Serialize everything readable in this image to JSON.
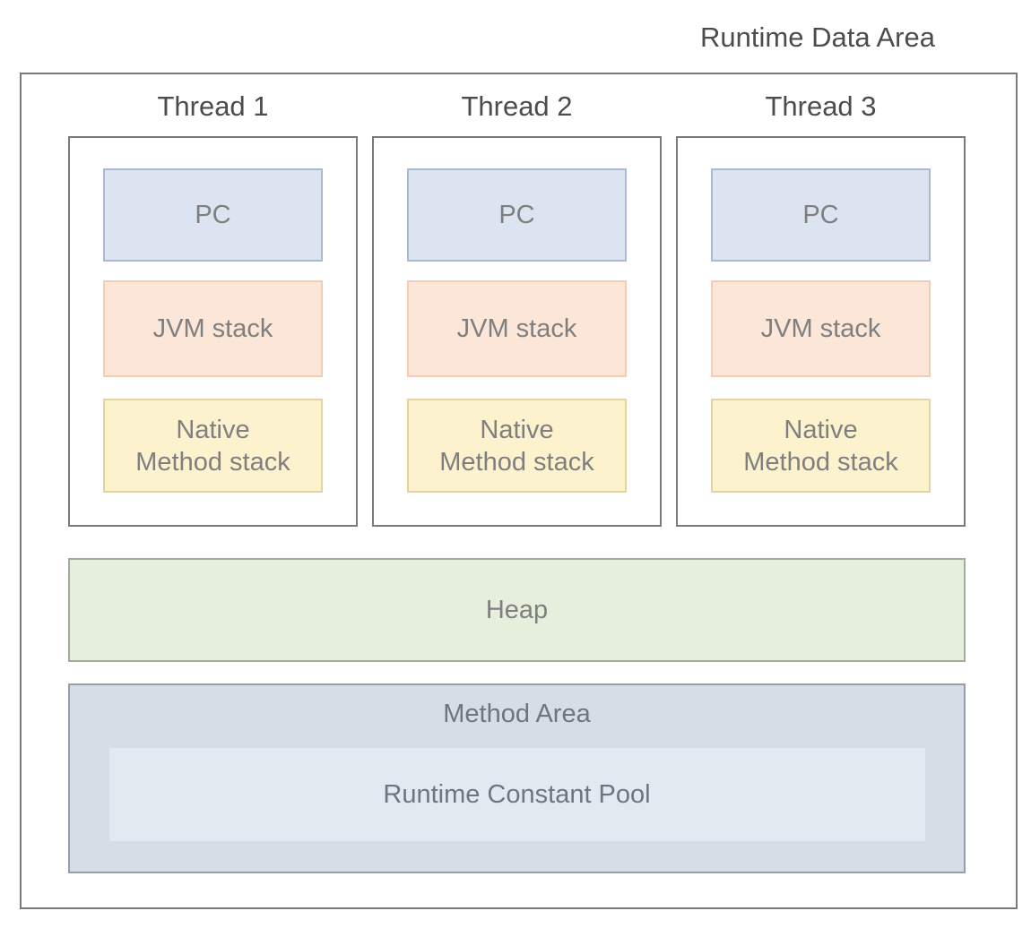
{
  "title": "Runtime Data Area",
  "threads": [
    {
      "label": "Thread 1",
      "pc_label": "PC",
      "jvm_stack_label": "JVM stack",
      "native_stack_lines": [
        "Native",
        "Method stack"
      ]
    },
    {
      "label": "Thread 2",
      "pc_label": "PC",
      "jvm_stack_label": "JVM stack",
      "native_stack_lines": [
        "Native",
        "Method stack"
      ]
    },
    {
      "label": "Thread 3",
      "pc_label": "PC",
      "jvm_stack_label": "JVM stack",
      "native_stack_lines": [
        "Native",
        "Method stack"
      ]
    }
  ],
  "heap_label": "Heap",
  "method_area_label": "Method Area",
  "runtime_constant_pool_label": "Runtime Constant Pool",
  "colors": {
    "title_text": "#4c4c4c",
    "box_text": "#7f7f7f",
    "method_text": "#6e7580",
    "outline": "#7a7a7a",
    "pc_fill": "#dbe4f0",
    "pc_border": "#a9bad2",
    "jvm_fill": "#fbe6d8",
    "jvm_border": "#f2ccb3",
    "native_fill": "#fcf2cd",
    "native_border": "#e5d59c",
    "heap_fill": "#e5efdc",
    "heap_border": "#a4ab9c",
    "method_fill": "#d7dde6",
    "method_border": "#959ea9",
    "rcp_fill": "#e2e9f1",
    "rcp_border": "#d4dde8"
  }
}
